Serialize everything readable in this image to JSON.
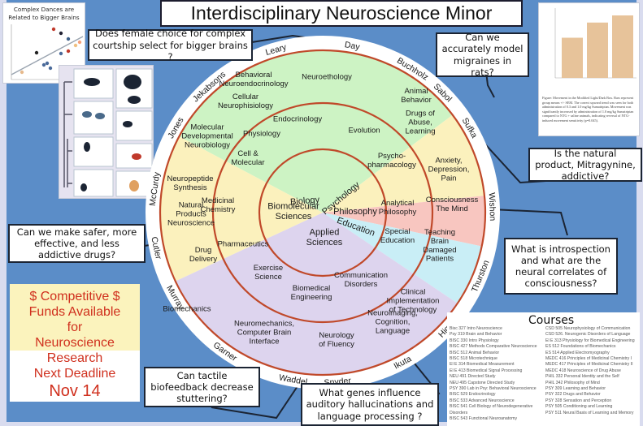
{
  "title": "Interdisciplinary Neuroscience Minor",
  "top_left_figure": {
    "title_line1": "Complex Dances are",
    "title_line2": "Related to Bigger Brains",
    "title_color": "#2a2a2a"
  },
  "top_right_figure": {
    "caption": "Figure: Movement in the Modified Light/Dark Box. Bars represent group means +/- SEM. The correct upward trend was seen for both administration of 0.3 and 1.0 mg/kg Sumatriptan. Movement was significantly increased by administration of 1.0 mg/kg Sumatriptan compared to NTG + saline animals, indicating reversal of NTG-induced movement sensitivity (p=0.045).",
    "bar_values": [
      0.45,
      0.62,
      0.7
    ],
    "bar_color": "#e7c39a"
  },
  "questions": {
    "female_choice": "Does female choice for complex courtship  select for bigger brains ?",
    "migraines": "Can we accurately model migraines in rats?",
    "mitragynine": "Is the natural product, Mitragynine, addictive?",
    "safer_drugs": "Can we make safer, more effective, and less addictive drugs?",
    "introspection": "What is introspection and what are the neural correlates of consciousness?",
    "biofeedback": "Can tactile biofeedback decrease stuttering?",
    "genes": "What genes influence auditory hallucinations and language processing ?"
  },
  "funding": {
    "lines": [
      "$ Competitive $",
      "Funds Available",
      "for",
      "Neuroscience",
      "Research",
      "Next Deadline",
      "Nov 14"
    ],
    "text_color": "#d0301e"
  },
  "wheel": {
    "core": [
      "Biology",
      "Psychology",
      "Philosophy",
      "Education",
      "Applied Sciences",
      "Biomolecular Sciences"
    ],
    "middle": [
      "Endocrinology",
      "Physiology",
      "Evolution",
      "Cell & Molecular",
      "Psycho-pharmacology",
      "Medicinal Chemistry",
      "Pharmaceutics",
      "Analytical Philosophy",
      "Special Education",
      "Exercise Science",
      "Biomedical Engineering",
      "Communication Disorders"
    ],
    "outer": [
      "Behavioral Neuroendocrinology",
      "Neuroethology",
      "Animal Behavior",
      "Cellular Neurophisiology",
      "Molecular Developmental Neurobiology",
      "Drugs of Abuse, Learning",
      "Anxiety, Depression, Pain",
      "Neuropeptide Synthesis",
      "Natural Products Neuroscience",
      "Drug Delivery",
      "Consciousness The Mind",
      "Teaching Brain Damaged Patients",
      "Clinical Implementation of Technology",
      "Neuroimaging, Cognition, Language",
      "Neurology of Fluency",
      "Neuromechanics, Computer Brain Interface",
      "Biomechanics"
    ],
    "faculty": [
      "Leary",
      "Day",
      "Buchholz",
      "Sabol",
      "Sufka",
      "Wishon",
      "Thurston",
      "Higdon",
      "Ikuta",
      "Snyder",
      "Waddel",
      "Garner",
      "Murray",
      "Cutler",
      "McCurdy",
      "Jones",
      "Jekabsons"
    ],
    "colors": {
      "biology": "#cdf3c4",
      "biomolecular": "#fbf1bd",
      "psychology": "#fbf1bd",
      "philosophy": "#f8c6c0",
      "education": "#c9eef6",
      "applied": "#ddd4ee",
      "ring": "#c0492a",
      "outer_band": "#ffffff"
    }
  },
  "courses": {
    "heading": "Courses",
    "left": [
      "Bisc 327 Intro Neuroscience",
      "Psy 319 Brain and Behavior",
      "BISC 330 Intro Physiology",
      "BISC 427 Methods Comparative Neuroscience",
      "BISC 512 Animal Behavior",
      "BISC 518 Microtechnique",
      "El E 314 Biomedical Measurement",
      "El E 413 Biomedical Signal Processing",
      "NEU 491 Directed Study",
      "NEU 495 Capstone Directed Study",
      "PSY 390 Lab in Psy: Behavioral Neuroscience",
      "BISC 529 Endocrinology",
      "BISC 533 Advanced Neuroscience",
      "BISC 541 Cell Biology of Neurodegenerative",
      "Disorders",
      "BISC 543 Functional Neuroanatomy"
    ],
    "right": [
      "CSD 505 Neurophysiology of Communication",
      "CSD 526. Neurogenic Disorders of Language",
      "El E 313 Physiology for Biomedical Engineering",
      "ES 512 Foundations of Biomechanics",
      "ES 514 Applied Electromyography",
      "MEDC 416  Principles of Medicinal Chemistry I",
      "MEDC 417 Principles of Medicinal Chemistry II",
      "MEDC 418 Neuroscience of Drug Abuse",
      "PHIL 332 Personal Identity and the Self",
      "PHIL 342 Philosophy of Mind",
      "PSY 309 Learning and Behavior",
      "PSY 322 Drugs and Behavior",
      "PSY 328 Sensation and Perception",
      "PSY 505 Conditioning and Learning",
      "PSY 511 Neural Basis of Learning and Memory"
    ]
  }
}
